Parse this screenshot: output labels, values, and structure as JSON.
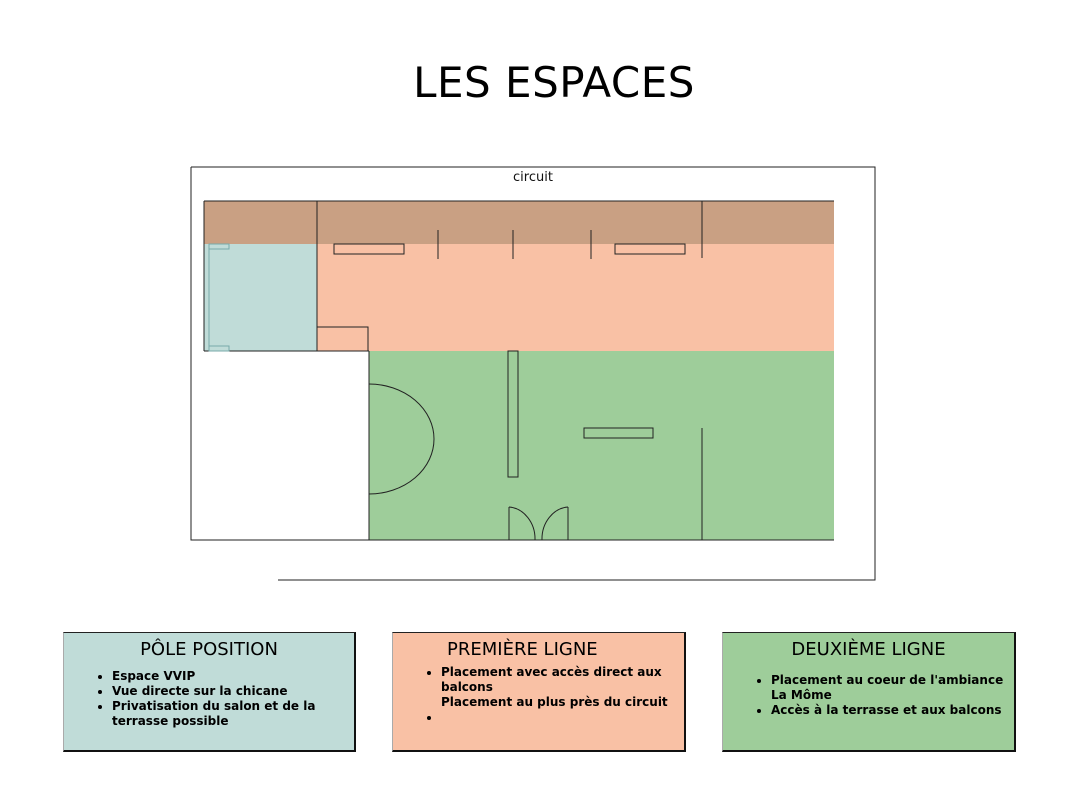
{
  "page": {
    "title": "LES ESPACES"
  },
  "floorplan": {
    "label_circuit": "circuit",
    "zones": [
      {
        "id": "pole-position",
        "color": "#c0dcd8"
      },
      {
        "id": "premiere-ligne",
        "color": "#f9c1a5"
      },
      {
        "id": "deuxieme-ligne",
        "color": "#9ecd9a"
      },
      {
        "id": "balcon",
        "color": "#c9a083"
      }
    ]
  },
  "cards": [
    {
      "title": "PÔLE POSITION",
      "color": "#c0dcd8",
      "items": [
        "Espace VVIP",
        "Vue directe sur la chicane",
        "Privatisation du salon et de la terrasse possible"
      ]
    },
    {
      "title": "PREMIÈRE LIGNE",
      "color": "#f9c1a5",
      "items": [
        "Placement avec accès direct aux balcons\nPlacement au plus près du circuit",
        ""
      ]
    },
    {
      "title": "DEUXIÈME LIGNE",
      "color": "#9ecd9a",
      "items": [
        "Placement au coeur de l'ambiance La Môme",
        "Accès à la terrasse et aux balcons"
      ]
    }
  ]
}
